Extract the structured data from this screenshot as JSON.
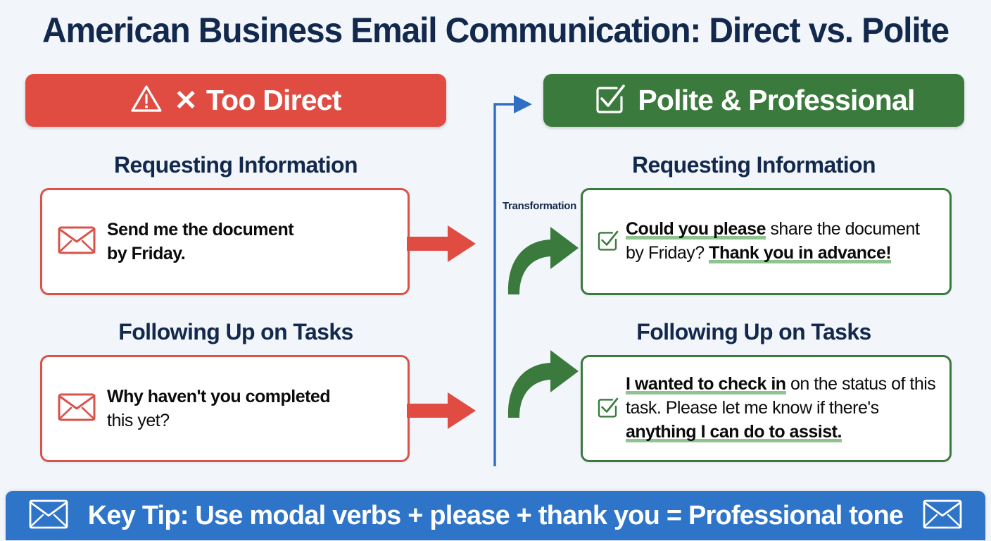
{
  "page": {
    "title": "American Business Email Communication: Direct vs. Polite",
    "background_color": "#f2f6fa",
    "navy": "#12284c"
  },
  "columns": {
    "bad": {
      "banner_label": "Too Direct",
      "banner_color": "#e04b42",
      "warning_icon": "warning-triangle-icon",
      "x_icon": "x-mark-icon",
      "x_glyph": "✕"
    },
    "good": {
      "banner_label": "Polite & Professional",
      "banner_color": "#3a7a3c",
      "check_icon": "check-box-icon"
    }
  },
  "sections": [
    {
      "heading": "Requesting Information",
      "bad": {
        "icon": "envelope-icon",
        "bold_part": "Send me the document",
        "rest_part": "by Friday."
      },
      "good": {
        "icon": "check-box-icon",
        "parts": [
          {
            "text": "Could you please",
            "highlight": true
          },
          {
            "text": " share the document by Friday? ",
            "highlight": false
          },
          {
            "text": "Thank you in advance!",
            "highlight": true
          }
        ]
      }
    },
    {
      "heading": "Following Up on Tasks",
      "bad": {
        "icon": "envelope-icon",
        "bold_part": "Why haven't you completed",
        "rest_part": "this yet?"
      },
      "good": {
        "icon": "check-box-icon",
        "parts": [
          {
            "text": "I wanted to check in",
            "highlight": true
          },
          {
            "text": " on the status of this task. Please let me know if there's ",
            "highlight": false
          },
          {
            "text": "anything I can do to assist.",
            "highlight": true
          }
        ]
      }
    }
  ],
  "connector": {
    "label": "Transformation",
    "line_color": "#2e6fc4",
    "arrow_red_color": "#e04b42",
    "arrow_green_color": "#3a7a3c"
  },
  "tip_banner": {
    "color": "#2e74c8",
    "label_prefix": "Key Tip:",
    "label_body": "Use modal verbs + please + thank you = Professional tone",
    "full_text": "Key Tip: Use modal verbs + please + thank you = Professional tone",
    "left_icon": "envelope-icon",
    "right_icon": "envelope-icon"
  }
}
